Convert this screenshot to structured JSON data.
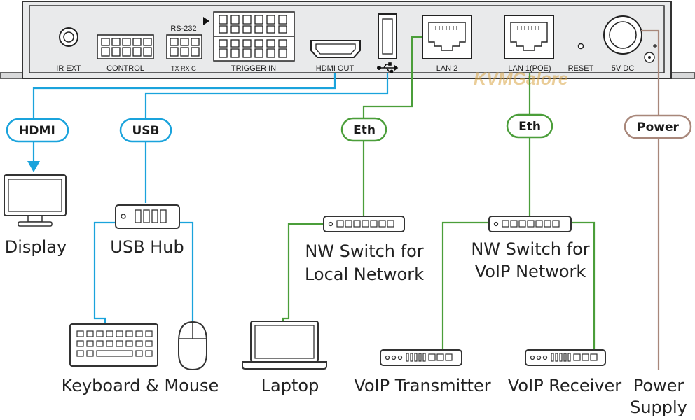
{
  "colors": {
    "hdmi": "#1aa3dc",
    "usb": "#1aa3dc",
    "ethernet": "#4b9e3a",
    "power": "#a8877a",
    "panel_bg": "#e9eaeb",
    "panel_border": "#333333"
  },
  "panel": {
    "ports": {
      "ir_ext": "IR EXT",
      "control": "CONTROL",
      "rs232_title": "RS-232",
      "rs232_pins": "TX RX G",
      "trigger_in": "TRIGGER IN",
      "hdmi_out": "HDMI OUT",
      "lan2": "LAN 2",
      "lan1": "LAN 1(POE)",
      "reset": "RESET",
      "dc": "5V DC"
    }
  },
  "watermark": "KVMGalore",
  "connections": {
    "hdmi": "HDMI",
    "usb": "USB",
    "eth_local": "Eth",
    "eth_voip": "Eth",
    "power": "Power"
  },
  "devices": {
    "display": "Display",
    "usb_hub": "USB Hub",
    "switch_local_line1": "NW Switch for",
    "switch_local_line2": "Local Network",
    "switch_voip_line1": "NW Switch for",
    "switch_voip_line2": "VoIP Network",
    "keyboard_mouse": "Keyboard & Mouse",
    "laptop": "Laptop",
    "voip_tx": "VoIP Transmitter",
    "voip_rx": "VoIP Receiver",
    "power_line1": "Power",
    "power_line2": "Supply"
  },
  "icons": {
    "usb": "usb-icon",
    "power_polarity": "dc-polarity-icon",
    "monitor": "monitor-icon",
    "keyboard": "keyboard-icon",
    "mouse": "mouse-icon",
    "laptop": "laptop-icon",
    "switch": "network-switch-icon"
  }
}
